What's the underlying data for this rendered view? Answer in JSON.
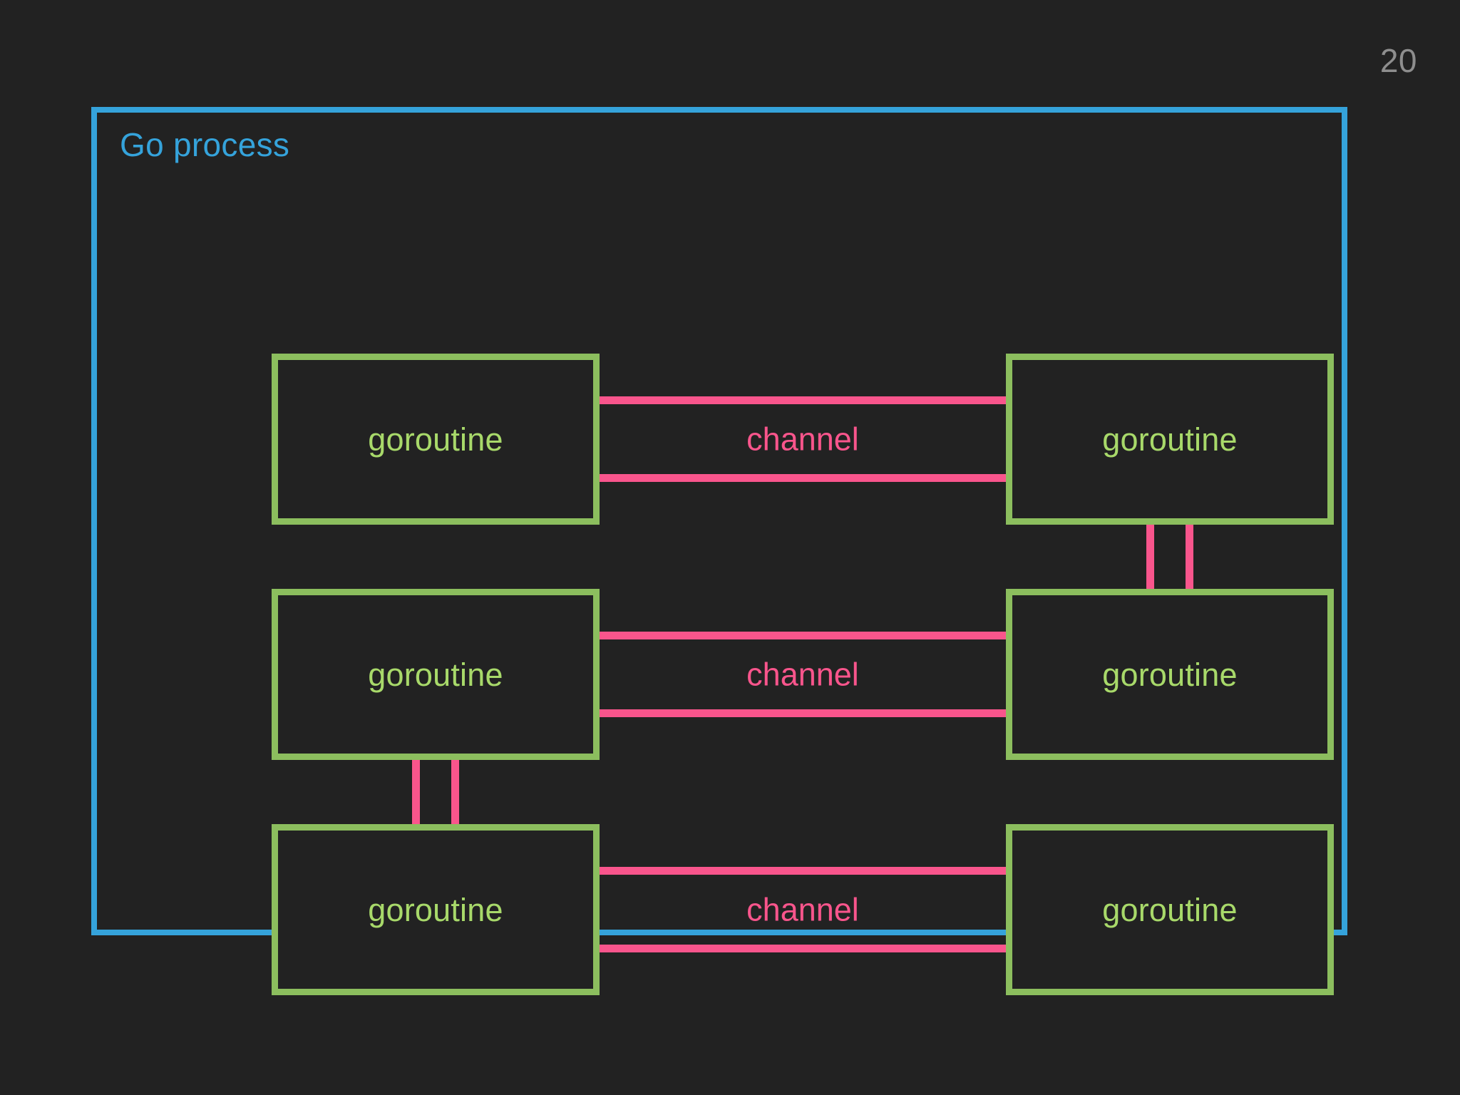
{
  "slide": {
    "page_number": "20",
    "background_color": "#222222"
  },
  "process": {
    "title": "Go process",
    "border_color": "#35A3DB"
  },
  "colors": {
    "background": "#222222",
    "process_border": "#35A3DB",
    "goroutine_border": "#8CBE5E",
    "goroutine_text": "#A8D96A",
    "channel": "#F9558C",
    "page_number": "#8E8E8E"
  },
  "goroutines": [
    {
      "id": "goroutine-r0c0",
      "label": "goroutine",
      "row": 0,
      "col": 0
    },
    {
      "id": "goroutine-r0c1",
      "label": "goroutine",
      "row": 0,
      "col": 1
    },
    {
      "id": "goroutine-r1c0",
      "label": "goroutine",
      "row": 1,
      "col": 0
    },
    {
      "id": "goroutine-r1c1",
      "label": "goroutine",
      "row": 1,
      "col": 1
    },
    {
      "id": "goroutine-r2c0",
      "label": "goroutine",
      "row": 2,
      "col": 0
    },
    {
      "id": "goroutine-r2c1",
      "label": "goroutine",
      "row": 2,
      "col": 1
    }
  ],
  "horizontal_channels": [
    {
      "id": "channel-row-0",
      "label": "channel",
      "connects": [
        "goroutine-r0c0",
        "goroutine-r0c1"
      ]
    },
    {
      "id": "channel-row-1",
      "label": "channel",
      "connects": [
        "goroutine-r1c0",
        "goroutine-r1c1"
      ]
    },
    {
      "id": "channel-row-2",
      "label": "channel",
      "connects": [
        "goroutine-r2c0",
        "goroutine-r2c1"
      ]
    }
  ],
  "vertical_channels": [
    {
      "id": "channel-right-0-1",
      "label": "",
      "connects": [
        "goroutine-r0c1",
        "goroutine-r1c1"
      ]
    },
    {
      "id": "channel-left-1-2",
      "label": "",
      "connects": [
        "goroutine-r1c0",
        "goroutine-r2c0"
      ]
    }
  ]
}
